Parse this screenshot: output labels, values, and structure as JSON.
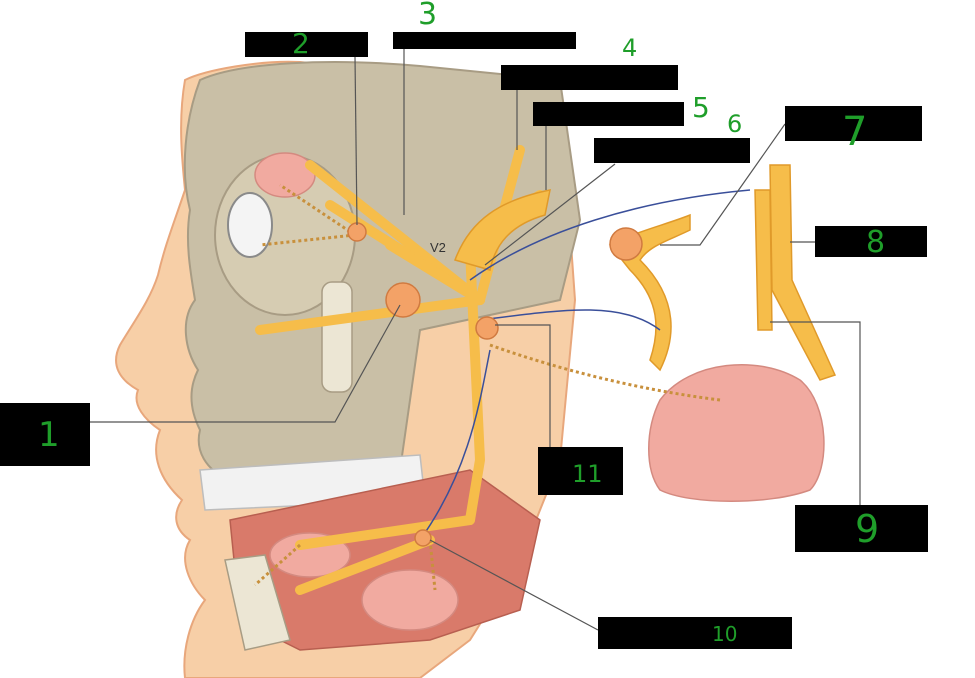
{
  "colors": {
    "skin": "#f7cfa7",
    "skin_edge": "#e8a77c",
    "bone": "#c9bfa6",
    "bone_dark": "#a89c84",
    "nerve": "#f6bd4a",
    "nerve_edge": "#e09a2a",
    "ganglion": "#f3a267",
    "gland": "#f1aaa0",
    "muscle": "#d97a6a",
    "label_bg": "#000000",
    "number": "#1f9e2a",
    "leader": "#555555"
  },
  "anatomy_text": {
    "v2": "V2"
  },
  "labels": [
    {
      "id": "1",
      "number": "1"
    },
    {
      "id": "2",
      "number": "2"
    },
    {
      "id": "3",
      "number": "3"
    },
    {
      "id": "4",
      "number": "4"
    },
    {
      "id": "5",
      "number": "5"
    },
    {
      "id": "6",
      "number": "6"
    },
    {
      "id": "7",
      "number": "7"
    },
    {
      "id": "8",
      "number": "8"
    },
    {
      "id": "9",
      "number": "9"
    },
    {
      "id": "10",
      "number": "10"
    },
    {
      "id": "11",
      "number": "11"
    }
  ]
}
